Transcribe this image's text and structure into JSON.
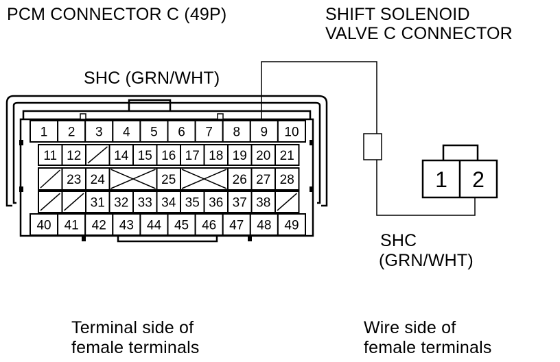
{
  "labels": {
    "pcm_title": "PCM CONNECTOR C (49P)",
    "solenoid_title_line1": "SHIFT SOLENOID",
    "solenoid_title_line2": "VALVE C CONNECTOR",
    "pcm_wire_label": "SHC (GRN/WHT)",
    "solenoid_wire_label_line1": "SHC",
    "solenoid_wire_label_line2": "(GRN/WHT)",
    "pcm_caption_line1": "Terminal side of",
    "pcm_caption_line2": "female terminals",
    "solenoid_caption_line1": "Wire side of",
    "solenoid_caption_line2": "female terminals"
  },
  "pcm_connector": {
    "pin_count": 49,
    "rows": [
      [
        "1",
        "2",
        "3",
        "4",
        "5",
        "6",
        "7",
        "8",
        "9",
        "10"
      ],
      [
        "11",
        "12",
        "/",
        "14",
        "15",
        "16",
        "17",
        "18",
        "19",
        "20",
        "21"
      ],
      [
        "/",
        "23",
        "24",
        "X",
        "X",
        "25",
        "X",
        "X",
        "26",
        "27",
        "28"
      ],
      [
        "/",
        "/",
        "31",
        "32",
        "33",
        "34",
        "35",
        "36",
        "37",
        "38",
        "/"
      ],
      [
        "40",
        "41",
        "42",
        "43",
        "44",
        "45",
        "46",
        "47",
        "48",
        "49"
      ]
    ],
    "highlighted_pin": "9"
  },
  "solenoid_connector": {
    "pins": [
      "1",
      "2"
    ],
    "highlighted_pin": "2"
  },
  "colors": {
    "line": "#000000",
    "background": "#ffffff"
  }
}
